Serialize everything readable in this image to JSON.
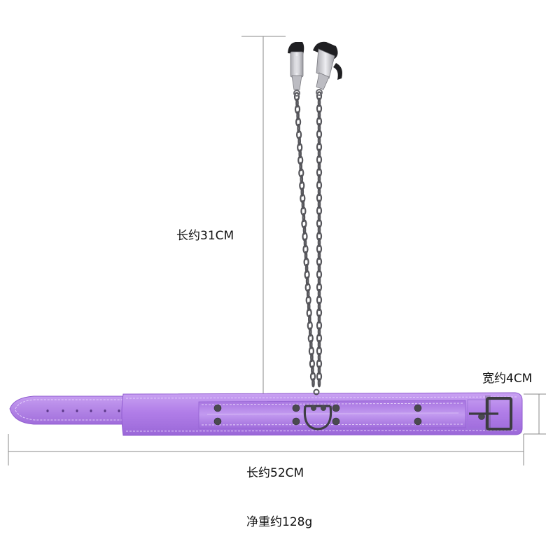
{
  "labels": {
    "chain_length": "长约31CM",
    "width": "宽约4CM",
    "collar_length": "长约52CM",
    "net_weight": "净重约128g"
  },
  "colors": {
    "strap": "#b17ee8",
    "strap_light": "#c9a2f2",
    "strap_dark": "#8f5bcf",
    "stitching": "#e3cdfa",
    "metal": "#4a4a4f",
    "chain": "#55555a",
    "clamp_silver": "#c8c8cc",
    "dimension_line": "#8a8a8a"
  }
}
